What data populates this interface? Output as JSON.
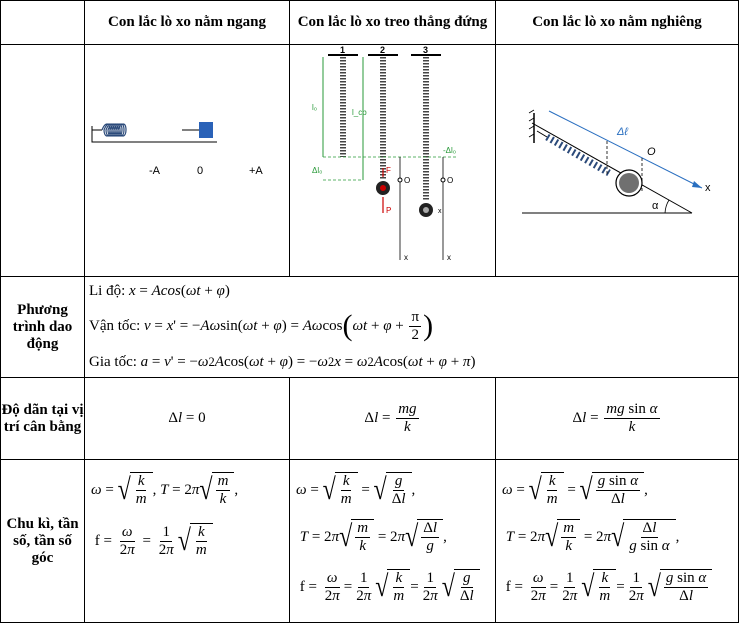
{
  "header": {
    "col1": "Con lắc lò xo nằm ngang",
    "col2": "Con lắc lò xo treo thẳng đứng",
    "col3": "Con lắc lò xo nằm nghiêng"
  },
  "fig1": {
    "labels": [
      "-A",
      "0",
      "+A"
    ]
  },
  "fig2": {
    "numbers": [
      "1",
      "2",
      "3"
    ],
    "labels": [
      "l₀",
      "l_cb",
      "Δl₀",
      "-Δl₀",
      "O",
      "O",
      "x",
      "x",
      "x",
      "F",
      "P"
    ]
  },
  "fig3": {
    "labels": [
      "Δℓ",
      "O",
      "x",
      "α"
    ]
  },
  "rows": {
    "pt_label": "Phương trình dao động",
    "pt_lido": "Li độ:",
    "pt_vantoc": "Vận tốc:",
    "pt_giatoc": "Gia tốc:",
    "dd_label": "Độ dãn tại vị trí cân bằng",
    "ck_label": "Chu kì, tần số, tần số góc"
  }
}
